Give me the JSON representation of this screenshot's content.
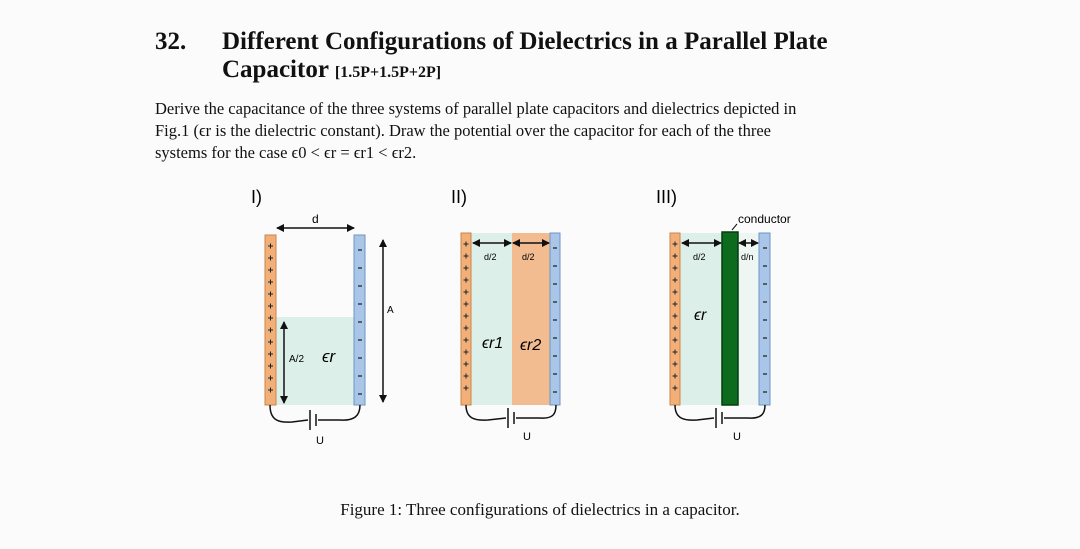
{
  "problem": {
    "number": "32.",
    "title_line1": "Different Configurations of Dielectrics in a Parallel Plate",
    "title_line2": "Capacitor",
    "points": "[1.5P+1.5P+2P]"
  },
  "text": {
    "line1": "Derive the capacitance of the three systems of parallel plate capacitors and dielectrics depicted in",
    "line2": "Fig.1 (ϵr is the dielectric constant).  Draw the potential over the capacitor for each of the three",
    "line3": "systems for the case ϵ0 < ϵr = ϵr1 < ϵr2."
  },
  "figure": {
    "panel1": {
      "label": "I)",
      "d": "d",
      "A": "A",
      "half_A": "A/2",
      "eps": "ϵr",
      "U": "U"
    },
    "panel2": {
      "label": "II)",
      "half1": "d/2",
      "half2": "d/2",
      "eps1": "ϵr1",
      "eps2": "ϵr2",
      "U": "U"
    },
    "panel3": {
      "label": "III)",
      "conductor": "conductor",
      "half": "d/2",
      "frac": "d/n",
      "eps": "ϵr",
      "U": "U"
    },
    "caption": "Figure 1: Three configurations of dielectrics in a capacitor."
  },
  "colors": {
    "positive_plate": "#f2b078",
    "negative_plate": "#a9c6e8",
    "dielectric_light": "#dcefe8",
    "dielectric_orange": "#f2bb90",
    "conductor": "#0d6b1e"
  }
}
